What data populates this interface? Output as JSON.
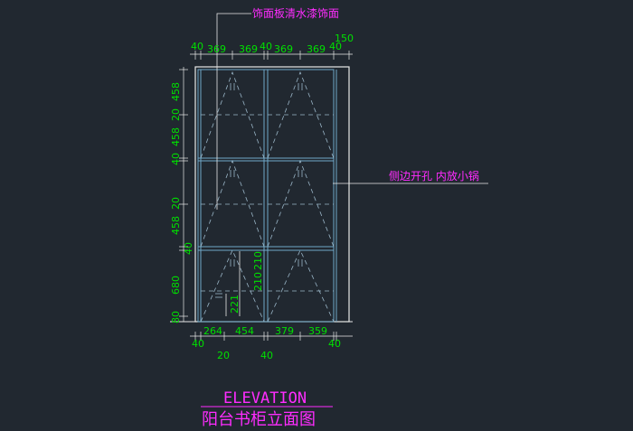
{
  "colors": {
    "background": "#212830",
    "outline": "#e8e8e8",
    "cabinet": "#6fa8c8",
    "hatch": "#9ab6c8",
    "dimension": "#00e000",
    "annotation": "#ff2cff"
  },
  "notes": {
    "top_finish": "饰面板清水漆饰面",
    "side_hole": "侧边开孔 内放小锅"
  },
  "title": {
    "english": "ELEVATION",
    "chinese": "阳台书柜立面图"
  },
  "dims": {
    "top": [
      "40",
      "369",
      "369",
      "40",
      "369",
      "369",
      "40"
    ],
    "top_right": "150",
    "left": [
      "458",
      "20",
      "458",
      "40",
      "20",
      "458",
      "40",
      "680",
      "80"
    ],
    "bottom_a": [
      "264",
      "454",
      "379",
      "359"
    ],
    "bottom_b": [
      "40",
      "40"
    ],
    "bottom_c": [
      "20",
      "40"
    ],
    "inner_vertical": [
      "210",
      "210",
      "221"
    ]
  }
}
